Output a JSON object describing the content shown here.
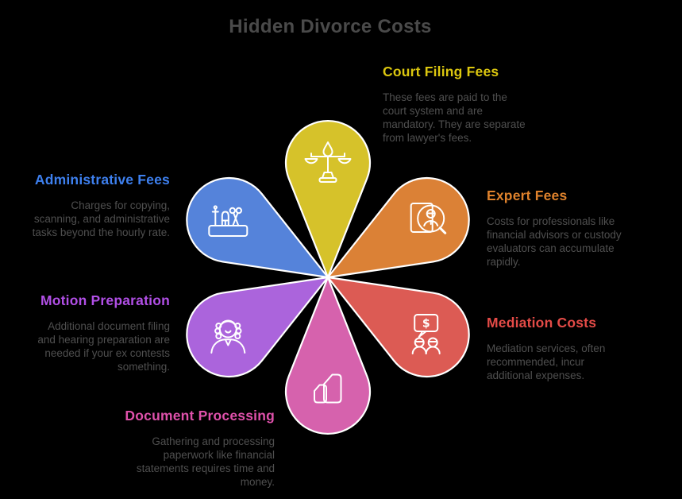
{
  "title": "Hidden Divorce Costs",
  "colors": {
    "background": "#000000",
    "title_text": "#4a4a4a",
    "body_text": "#4f4f4f",
    "petal_outline": "#ffffff"
  },
  "sections": {
    "court_filing": {
      "heading": "Court Filing Fees",
      "body": "These fees are paid to the\ncourt system and are\nmandatory. They are separate\nfrom lawyer's fees.",
      "heading_color": "#dcc70f",
      "petal_color": "#d6c22a",
      "icon": "scales-of-justice-icon"
    },
    "expert": {
      "heading": "Expert Fees",
      "body": "Costs for professionals like\nfinancial advisors or custody\nevaluators can accumulate\nrapidly.",
      "heading_color": "#df822c",
      "petal_color": "#db8136",
      "icon": "person-magnifier-icon"
    },
    "mediation": {
      "heading": "Mediation Costs",
      "body": "Mediation services, often\nrecommended, incur\nadditional expenses.",
      "heading_color": "#e44b47",
      "petal_color": "#dc5b54",
      "icon": "dollar-chat-people-icon",
      "icon_text": "$"
    },
    "document": {
      "heading": "Document Processing",
      "body": "Gathering and processing\npaperwork like financial\nstatements requires time and\nmoney.",
      "heading_color": "#df51ab",
      "petal_color": "#d662ad",
      "icon": "stacked-documents-icon"
    },
    "motion": {
      "heading": "Motion Preparation",
      "body": "Additional document filing\nand hearing preparation are\nneeded if your ex contests\nsomething.",
      "heading_color": "#b14fe6",
      "petal_color": "#ab64dc",
      "icon": "judge-person-icon"
    },
    "admin": {
      "heading": "Administrative Fees",
      "body": "Charges for copying,\nscanning, and administrative\ntasks beyond the hourly rate.",
      "heading_color": "#3e80ef",
      "petal_color": "#5583da",
      "icon": "desk-organizer-icon"
    }
  }
}
